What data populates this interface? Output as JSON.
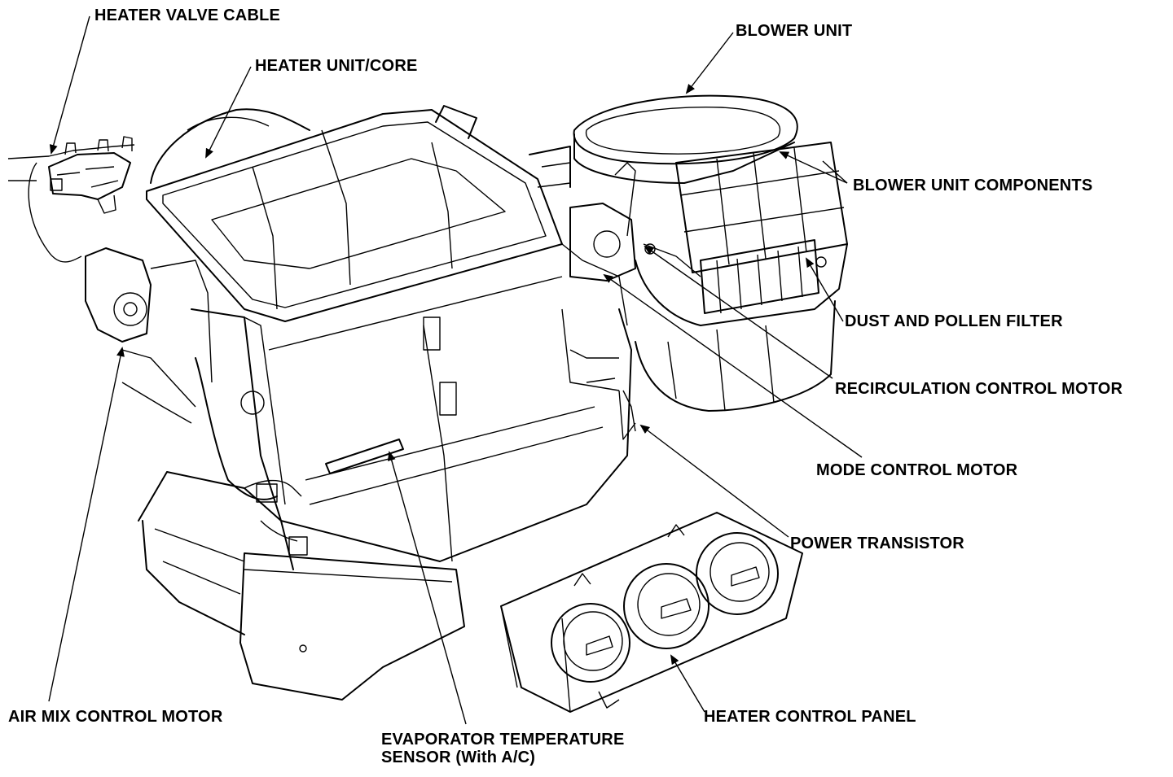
{
  "labels": {
    "heater_valve_cable": "HEATER VALVE CABLE",
    "heater_unit_core": "HEATER UNIT/CORE",
    "blower_unit": "BLOWER UNIT",
    "blower_unit_components": "BLOWER UNIT COMPONENTS",
    "dust_and_pollen_filter": "DUST AND POLLEN FILTER",
    "recirculation_control_motor": "RECIRCULATION CONTROL MOTOR",
    "mode_control_motor": "MODE CONTROL MOTOR",
    "power_transistor": "POWER TRANSISTOR",
    "heater_control_panel": "HEATER CONTROL PANEL",
    "air_mix_control_motor": "AIR MIX CONTROL MOTOR",
    "evaporator_temperature_sensor_line1": "EVAPORATOR TEMPERATURE",
    "evaporator_temperature_sensor_line2": "SENSOR (With A/C)"
  }
}
